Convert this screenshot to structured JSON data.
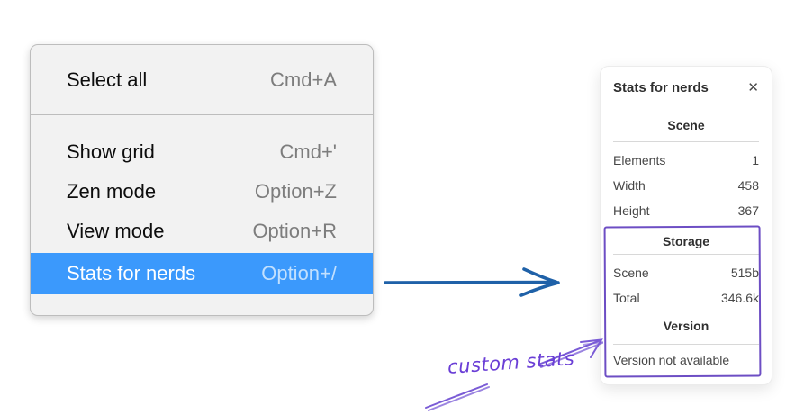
{
  "menu": {
    "items": [
      {
        "label": "Select all",
        "shortcut": "Cmd+A",
        "selected": false
      },
      {
        "label": "Show grid",
        "shortcut": "Cmd+'",
        "selected": false
      },
      {
        "label": "Zen mode",
        "shortcut": "Option+Z",
        "selected": false
      },
      {
        "label": "View mode",
        "shortcut": "Option+R",
        "selected": false
      },
      {
        "label": "Stats for nerds",
        "shortcut": "Option+/",
        "selected": true
      }
    ]
  },
  "stats_panel": {
    "title": "Stats for nerds",
    "close_glyph": "✕",
    "sections": [
      {
        "title": "Scene",
        "rows": [
          [
            "Elements",
            "1"
          ],
          [
            "Width",
            "458"
          ],
          [
            "Height",
            "367"
          ]
        ]
      },
      {
        "title": "Storage",
        "rows": [
          [
            "Scene",
            "515b"
          ],
          [
            "Total",
            "346.6k"
          ]
        ],
        "highlighted": true
      },
      {
        "title": "Version",
        "note": "Version not available",
        "highlighted": true
      }
    ]
  },
  "annotation": {
    "text": "custom stats"
  },
  "colors": {
    "menu_highlight": "#3b99fc",
    "menu_shortcut": "#7d7d7d",
    "arrow_blue": "#1f61a8",
    "annotation_purple": "#6d4ec4"
  }
}
